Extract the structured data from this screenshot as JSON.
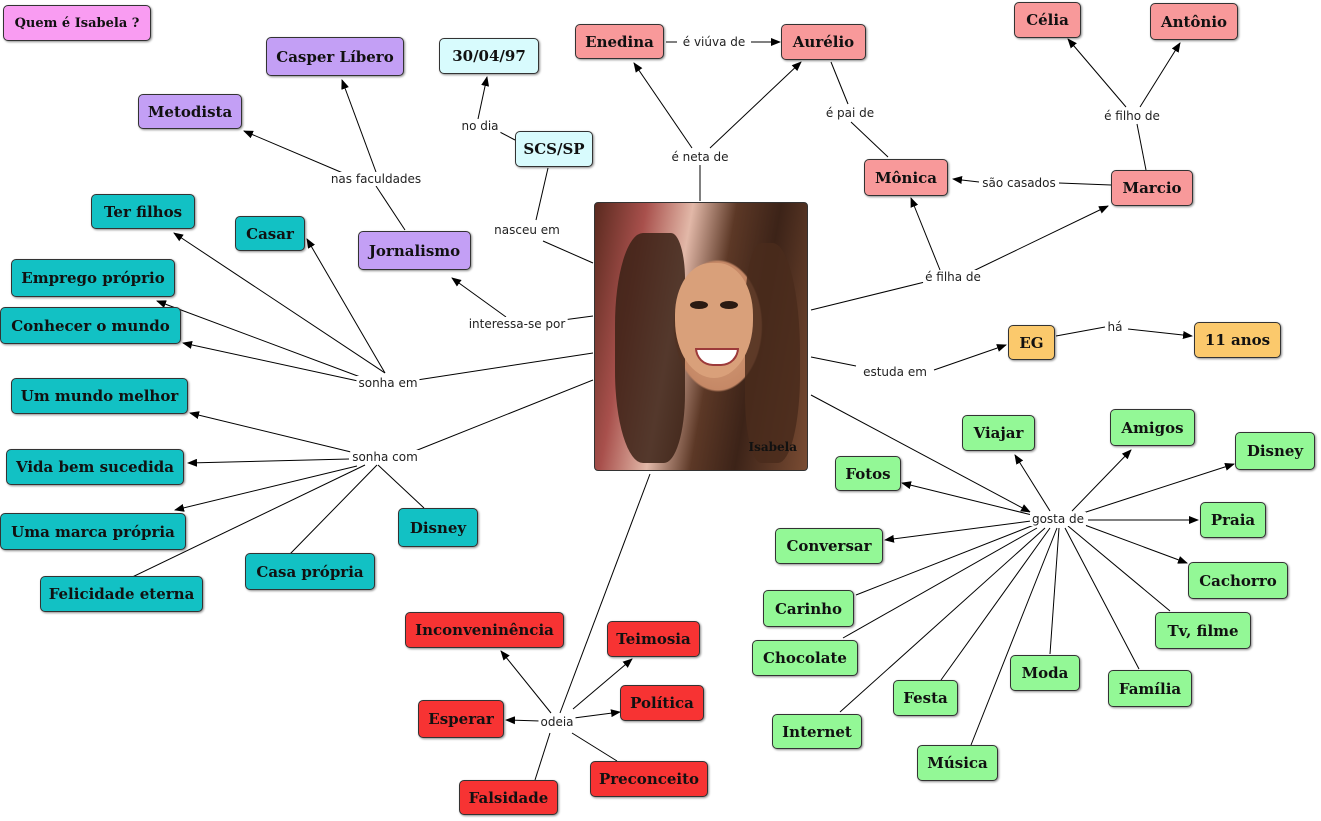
{
  "title": "Quem é Isabela ?",
  "center": {
    "caption": "Isabela"
  },
  "nodes": {
    "casper": "Casper Líbero",
    "metodista": "Metodista",
    "jornalismo": "Jornalismo",
    "data": "30/04/97",
    "scs": "SCS/SP",
    "enedina": "Enedina",
    "aurelio": "Aurélio",
    "monica": "Mônica",
    "marcio": "Marcio",
    "celia": "Célia",
    "antonio": "Antônio",
    "eg": "EG",
    "anos": "11 anos",
    "ter_filhos": "Ter filhos",
    "casar": "Casar",
    "emprego": "Emprego próprio",
    "conhecer": "Conhecer o mundo",
    "mundo_melhor": "Um mundo melhor",
    "vida": "Vida bem sucedida",
    "marca": "Uma marca própria",
    "felicidade": "Felicidade eterna",
    "casa": "Casa própria",
    "disney_teal": "Disney",
    "inconv": "Inconveninência",
    "teimosia": "Teimosia",
    "politica": "Política",
    "esperar": "Esperar",
    "preconceito": "Preconceito",
    "falsidade": "Falsidade",
    "viajar": "Viajar",
    "amigos": "Amigos",
    "disney_green": "Disney",
    "fotos": "Fotos",
    "praia": "Praia",
    "conversar": "Conversar",
    "cachorro": "Cachorro",
    "carinho": "Carinho",
    "tv": "Tv, filme",
    "chocolate": "Chocolate",
    "moda": "Moda",
    "familia": "Família",
    "festa": "Festa",
    "internet": "Internet",
    "musica": "Música"
  },
  "links": {
    "nas_faculdades": "nas faculdades",
    "no_dia": "no dia",
    "nasceu_em": "nasceu em",
    "e_viuva_de": "é viúva de",
    "e_neta_de": "é neta de",
    "e_pai_de": "é pai de",
    "e_filho_de": "é filho de",
    "sao_casados": "são casados",
    "e_filha_de": "é filha de",
    "interessa_se_por": "interessa-se por",
    "sonha_em": "sonha em",
    "sonha_com": "sonha com",
    "estuda_em": "estuda em",
    "ha": "há",
    "gosta_de": "gosta de",
    "odeia": "odeia"
  },
  "colors": {
    "title": "#f99cf2",
    "education": "#c39ff5",
    "birth": "#d8fbfd",
    "family": "#f8999a",
    "dreams": "#12c1c4",
    "dislikes": "#f73333",
    "likes": "#93f896",
    "school": "#fbc96c"
  }
}
